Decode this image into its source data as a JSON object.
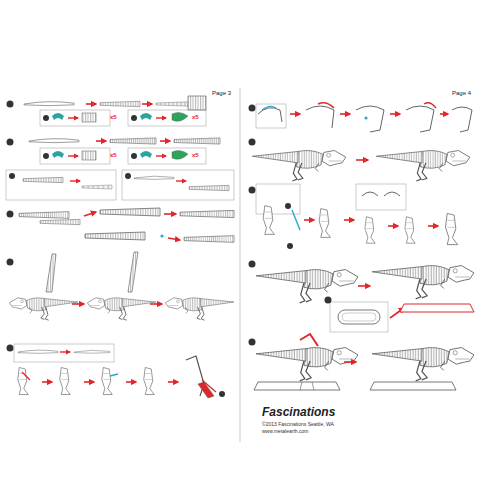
{
  "diagram": {
    "labels": [
      "Page 3",
      "x5",
      "x5",
      "x5",
      "x5",
      "Page 4",
      "Fascinations",
      "©2013 Fascinations Seattle, WA",
      "www.metalearth.com"
    ]
  }
}
